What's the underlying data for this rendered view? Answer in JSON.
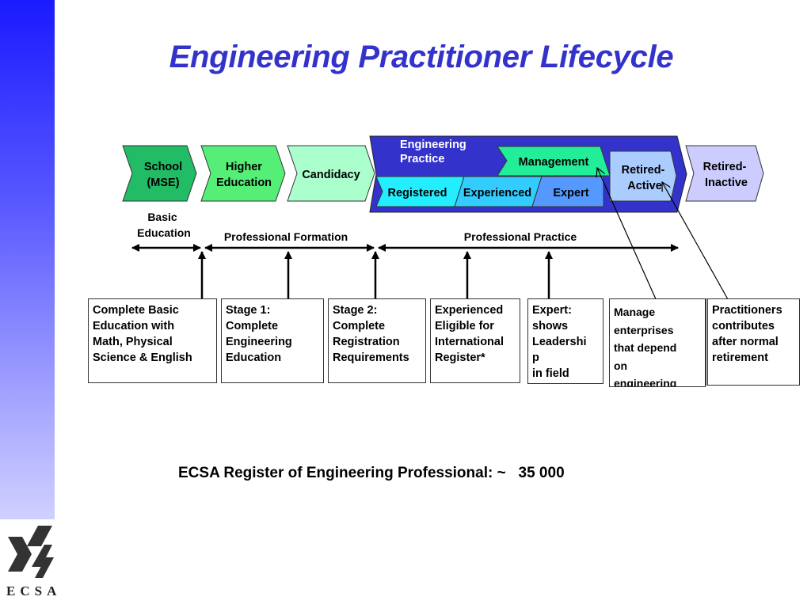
{
  "title": "Engineering Practitioner Lifecycle",
  "stages": {
    "school": [
      "School",
      "(MSE)"
    ],
    "higher": [
      "Higher",
      "Education"
    ],
    "candidacy": "Candidacy",
    "practice_group": [
      "Engineering",
      "Practice"
    ],
    "management": "Management",
    "registered": "Registered",
    "experienced": "Experienced",
    "expert": "Expert",
    "retired_active": [
      "Retired-",
      "Active"
    ],
    "retired_inactive": [
      "Retired-",
      "Inactive"
    ]
  },
  "scale": {
    "basic_education": [
      "Basic",
      "Education"
    ],
    "professional_formation": "Professional Formation",
    "professional_practice": "Professional Practice"
  },
  "descriptions": [
    [
      "Complete Basic",
      "Education with",
      "Math, Physical",
      "Science & English"
    ],
    [
      "Stage 1:",
      "Complete",
      "Engineering",
      "Education"
    ],
    [
      "Stage 2:",
      "Complete",
      "Registration",
      "Requirements"
    ],
    [
      "Experienced",
      "Eligible for",
      "International",
      "Register*"
    ],
    [
      "Expert:",
      "shows",
      "Leadershi",
      "p",
      "in field"
    ],
    [
      "Manage",
      "enterprises",
      "that depend",
      "on",
      "engineering"
    ],
    [
      "Practitioners",
      "contributes",
      "after normal",
      "retirement"
    ]
  ],
  "register_text": "ECSA Register of Engineering Professional: ~   35 000",
  "logo_text": "ECSA",
  "colors": {
    "title": "#3333cc",
    "school": "#22bb66",
    "higher": "#55ee77",
    "candidacy": "#aaffcc",
    "practice_bg": "#3333cc",
    "management": "#22ee99",
    "registered": "#22eeff",
    "experienced": "#33ccff",
    "expert": "#5599ff",
    "retired_active": "#aaccff",
    "retired_inactive": "#ccccff"
  }
}
